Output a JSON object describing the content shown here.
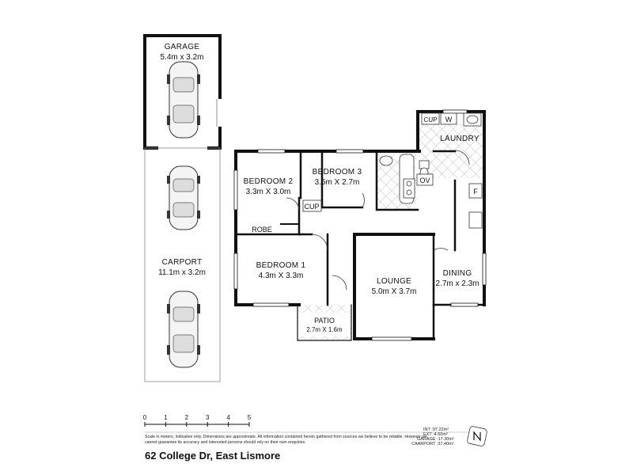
{
  "rooms": {
    "garage": {
      "name": "GARAGE",
      "dims": "5.4m x 3.2m"
    },
    "carport": {
      "name": "CARPORT",
      "dims": "11.1m x 3.2m"
    },
    "bedroom2": {
      "name": "BEDROOM 2",
      "dims": "3.3m X 3.0m"
    },
    "bedroom3": {
      "name": "BEDROOM 3",
      "dims": "3.5m X 2.7m"
    },
    "bedroom1": {
      "name": "BEDROOM 1",
      "dims": "4.3m X 3.3m"
    },
    "lounge": {
      "name": "LOUNGE",
      "dims": "5.0m X 3.7m"
    },
    "dining": {
      "name": "DINING",
      "dims": "2.7m x 2.3m"
    },
    "patio": {
      "name": "PATIO",
      "dims": "2.7m X 1.6m"
    },
    "laundry": {
      "name": "LAUNDRY"
    }
  },
  "fixtures": {
    "robe": "ROBE",
    "cup_bed": "CUP",
    "cup_laundry": "CUP",
    "w": "W",
    "ov": "OV",
    "f": "F"
  },
  "scale": {
    "ticks": [
      "0",
      "1",
      "2",
      "3",
      "4",
      "5"
    ]
  },
  "areas": {
    "int": "INT :97.22m²",
    "ext": "EXT :4.60m²",
    "garage": "GARAGE :17.30m²",
    "carport": "CAARPORT :37.40m²"
  },
  "disclaimer": "Scale in meters, indicative only. Dimensions are approximate. All information contained herein gathered from sources we believe to be reliable. However we cannot guarantee its accuracy and interested persons should rely on their own enquiries.",
  "address": "62 College Dr, East Lismore"
}
